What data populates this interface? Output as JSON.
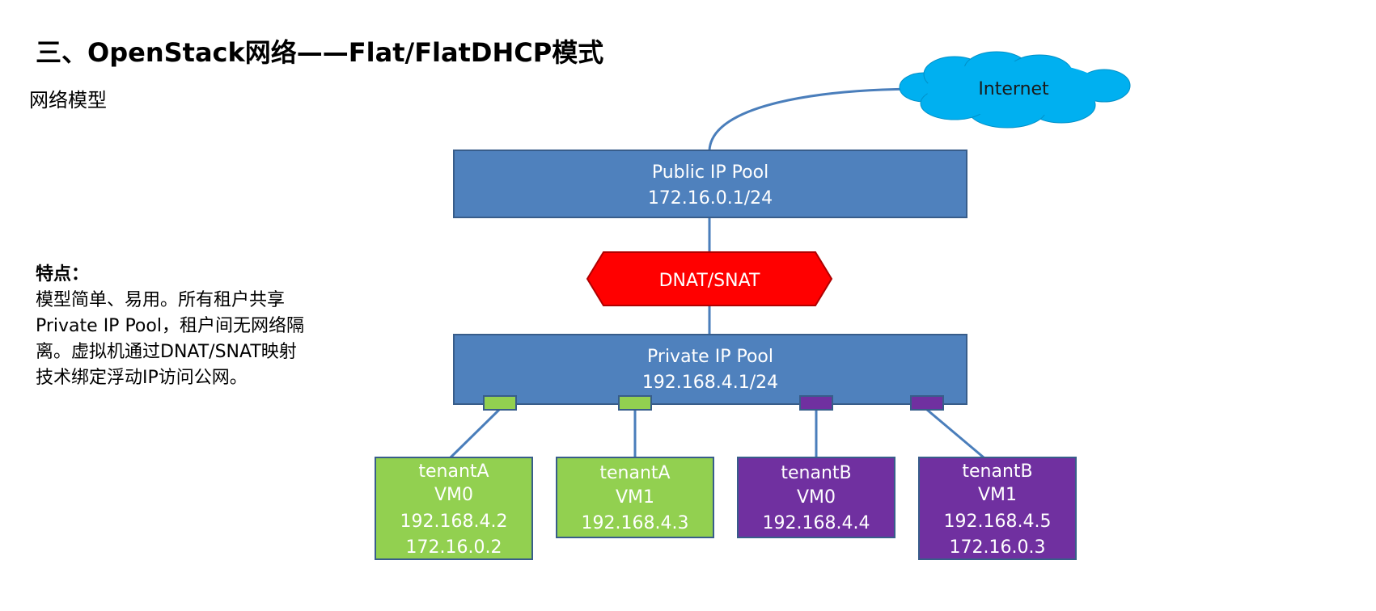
{
  "title": "三、OpenStack网络——Flat/FlatDHCP模式",
  "subtitle": "网络模型",
  "features": {
    "heading": "特点：",
    "lines": [
      "模型简单、易用。所有租户共享",
      "Private IP Pool，租户间无网络隔",
      "离。虚拟机通过DNAT/SNAT映射",
      "技术绑定浮动IP访问公网。"
    ]
  },
  "diagram": {
    "internet": {
      "label": "Internet"
    },
    "public_pool": {
      "name": "Public IP Pool",
      "cidr": "172.16.0.1/24"
    },
    "nat": {
      "label": "DNAT/SNAT"
    },
    "private_pool": {
      "name": "Private IP Pool",
      "cidr": "192.168.4.1/24"
    },
    "vms": [
      {
        "tenant": "tenantA",
        "vm": "VM0",
        "ips": [
          "192.168.4.2",
          "172.16.0.2"
        ]
      },
      {
        "tenant": "tenantA",
        "vm": "VM1",
        "ips": [
          "192.168.4.3"
        ]
      },
      {
        "tenant": "tenantB",
        "vm": "VM0",
        "ips": [
          "192.168.4.4"
        ]
      },
      {
        "tenant": "tenantB",
        "vm": "VM1",
        "ips": [
          "192.168.4.5",
          "172.16.0.3"
        ]
      }
    ],
    "colors": {
      "pool_fill": "#4F81BD",
      "pool_stroke": "#385D8A",
      "nat_fill": "#FF0000",
      "cloud_fill": "#00B0F0",
      "tenant_a_fill": "#92D050",
      "tenant_b_fill": "#7030A0",
      "link": "#4A7EBB"
    }
  }
}
